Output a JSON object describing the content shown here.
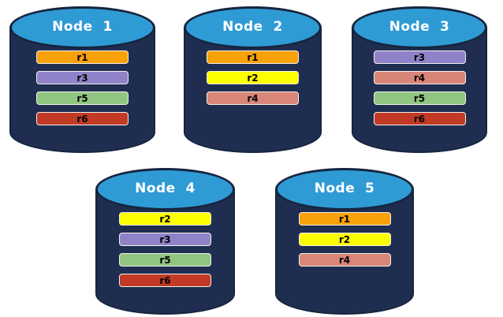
{
  "colors": {
    "page_background": "#ffffff",
    "cylinder_body_fill": "#1f2e50",
    "cylinder_outline": "#16253f",
    "cylinder_top_fill": "#2f9bd5",
    "title_text": "#ffffff",
    "bar_border": "#f2f0ea",
    "bar_text": "#000000"
  },
  "replica_colors": {
    "r1": "#f9a109",
    "r2": "#fcff00",
    "r3": "#9082c8",
    "r4": "#d98578",
    "r5": "#90c581",
    "r6": "#c23a25"
  },
  "nodes": [
    {
      "label": "Node  1",
      "replicas": [
        "r1",
        "r3",
        "r5",
        "r6"
      ]
    },
    {
      "label": "Node  2",
      "replicas": [
        "r1",
        "r2",
        "r4"
      ]
    },
    {
      "label": "Node  3",
      "replicas": [
        "r3",
        "r4",
        "r5",
        "r6"
      ]
    },
    {
      "label": "Node  4",
      "replicas": [
        "r2",
        "r3",
        "r5",
        "r6"
      ]
    },
    {
      "label": "Node  5",
      "replicas": [
        "r1",
        "r2",
        "r4"
      ]
    }
  ]
}
